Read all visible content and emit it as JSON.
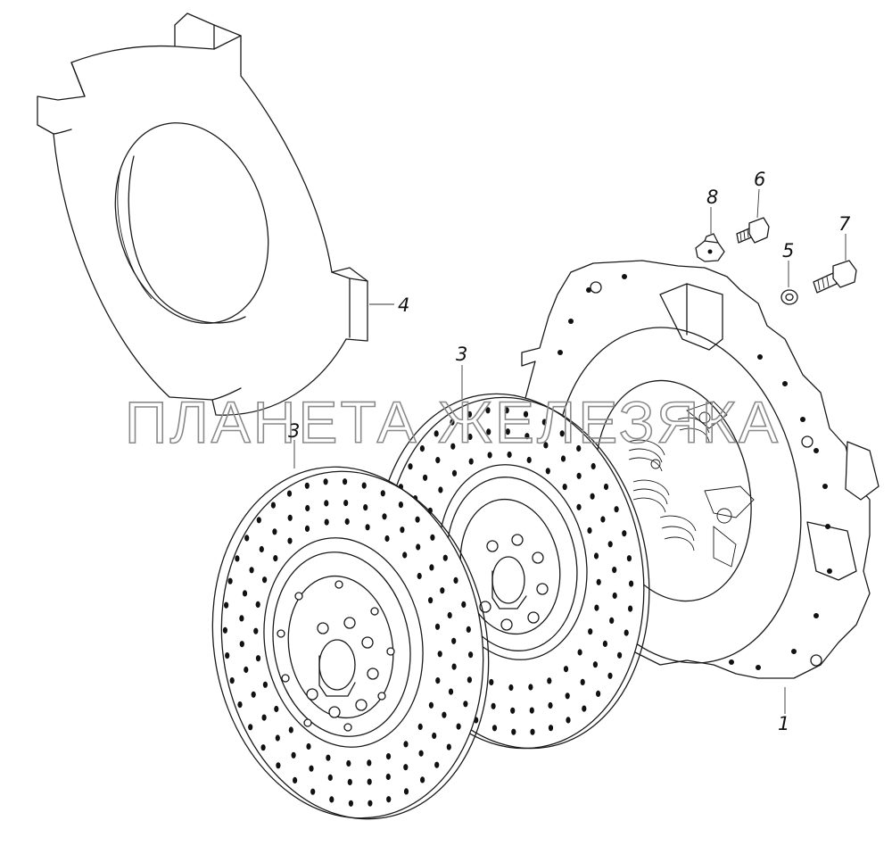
{
  "watermark": "ПЛАНЕТА ЖЕЛЕЗЯКА",
  "callouts": {
    "c1": "1",
    "c3a": "3",
    "c3b": "3",
    "c4": "4",
    "c5": "5",
    "c6": "6",
    "c7": "7",
    "c8": "8"
  }
}
